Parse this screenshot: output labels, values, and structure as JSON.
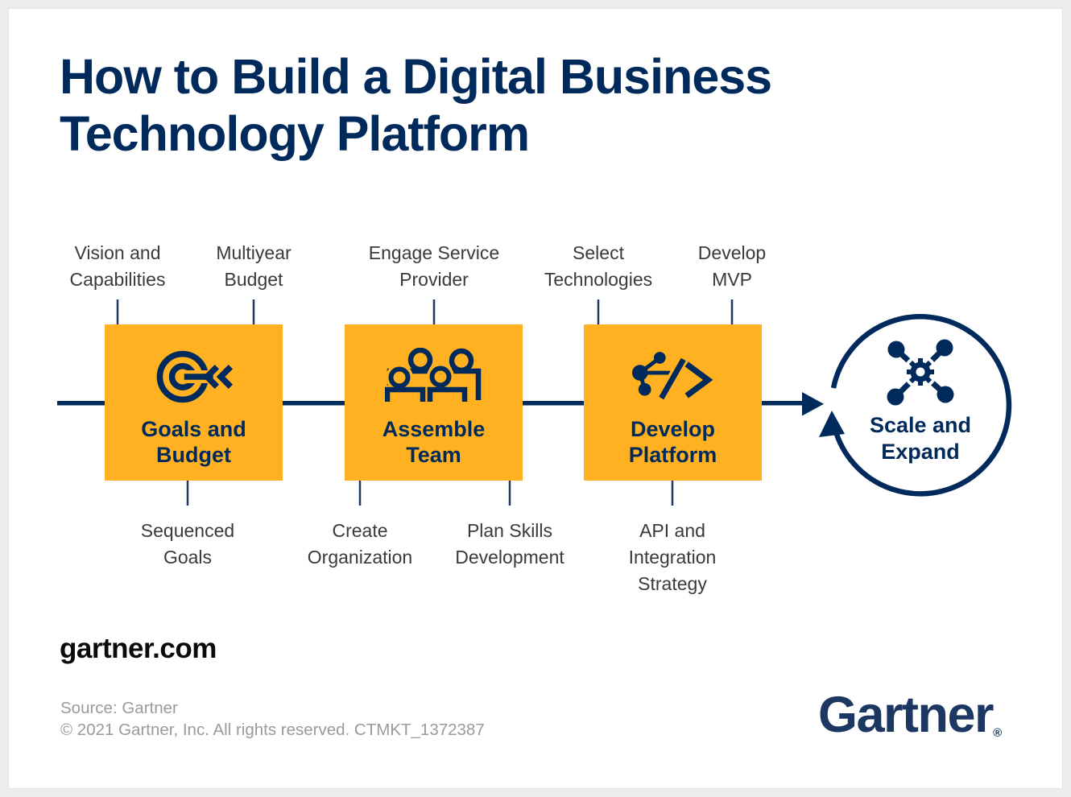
{
  "title": "How to Build a Digital Business Technology Platform",
  "steps": [
    {
      "label": "Goals and Budget",
      "icon": "target-arrow-icon",
      "inputs": [
        "Vision and Capabilities",
        "Multiyear Budget"
      ],
      "outputs": [
        "Sequenced Goals"
      ]
    },
    {
      "label": "Assemble Team",
      "icon": "team-icon",
      "inputs": [
        "Engage Service Provider"
      ],
      "outputs": [
        "Create Organization",
        "Plan Skills Development"
      ]
    },
    {
      "label": "Develop Platform",
      "icon": "code-nodes-icon",
      "inputs": [
        "Select Technologies",
        "Develop MVP"
      ],
      "outputs": [
        "API and Integration Strategy"
      ]
    }
  ],
  "cycle": {
    "label": "Scale and Expand",
    "icon": "gear-network-icon"
  },
  "footer": {
    "site": "gartner.com",
    "source_line1": "Source: Gartner",
    "source_line2": "© 2021 Gartner, Inc. All rights reserved. CTMKT_1372387",
    "logo_text": "Gartner",
    "registered_mark": "®"
  },
  "colors": {
    "navy": "#002A5C",
    "orange": "#FFB121",
    "label_gray": "#3a3a3a",
    "muted_gray": "#9a9a9a",
    "logo_navy": "#1d3763"
  }
}
